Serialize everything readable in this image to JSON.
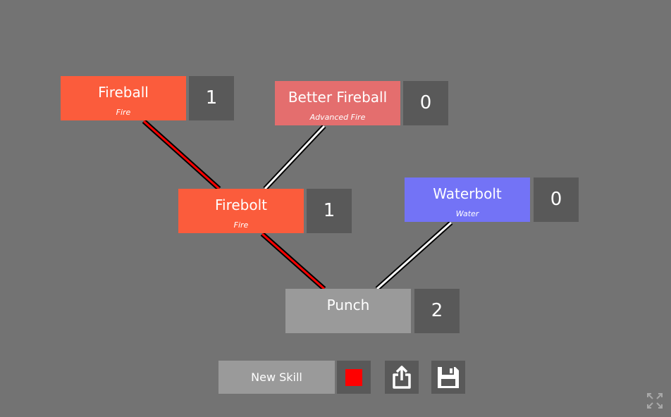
{
  "colors": {
    "background": "#737373",
    "fire": "#fb5c3c",
    "advanced_fire": "#e46e6e",
    "water": "#7373f6",
    "neutral": "#9a9a9a",
    "level_box": "#595959",
    "link_active": "#ff0000",
    "link_inactive": "#ffffff",
    "swatch": "#ff0000"
  },
  "skills": {
    "fireball": {
      "name": "Fireball",
      "category": "Fire",
      "level": "1"
    },
    "better_fireball": {
      "name": "Better Fireball",
      "category": "Advanced Fire",
      "level": "0"
    },
    "firebolt": {
      "name": "Firebolt",
      "category": "Fire",
      "level": "1"
    },
    "waterbolt": {
      "name": "Waterbolt",
      "category": "Water",
      "level": "0"
    },
    "punch": {
      "name": "Punch",
      "category": "",
      "level": "2"
    }
  },
  "toolbar": {
    "new_skill_label": "New Skill",
    "color_icon": "color-swatch-icon",
    "export_icon": "share-icon",
    "save_icon": "floppy-disk-icon",
    "fullscreen_icon": "fullscreen-icon"
  }
}
